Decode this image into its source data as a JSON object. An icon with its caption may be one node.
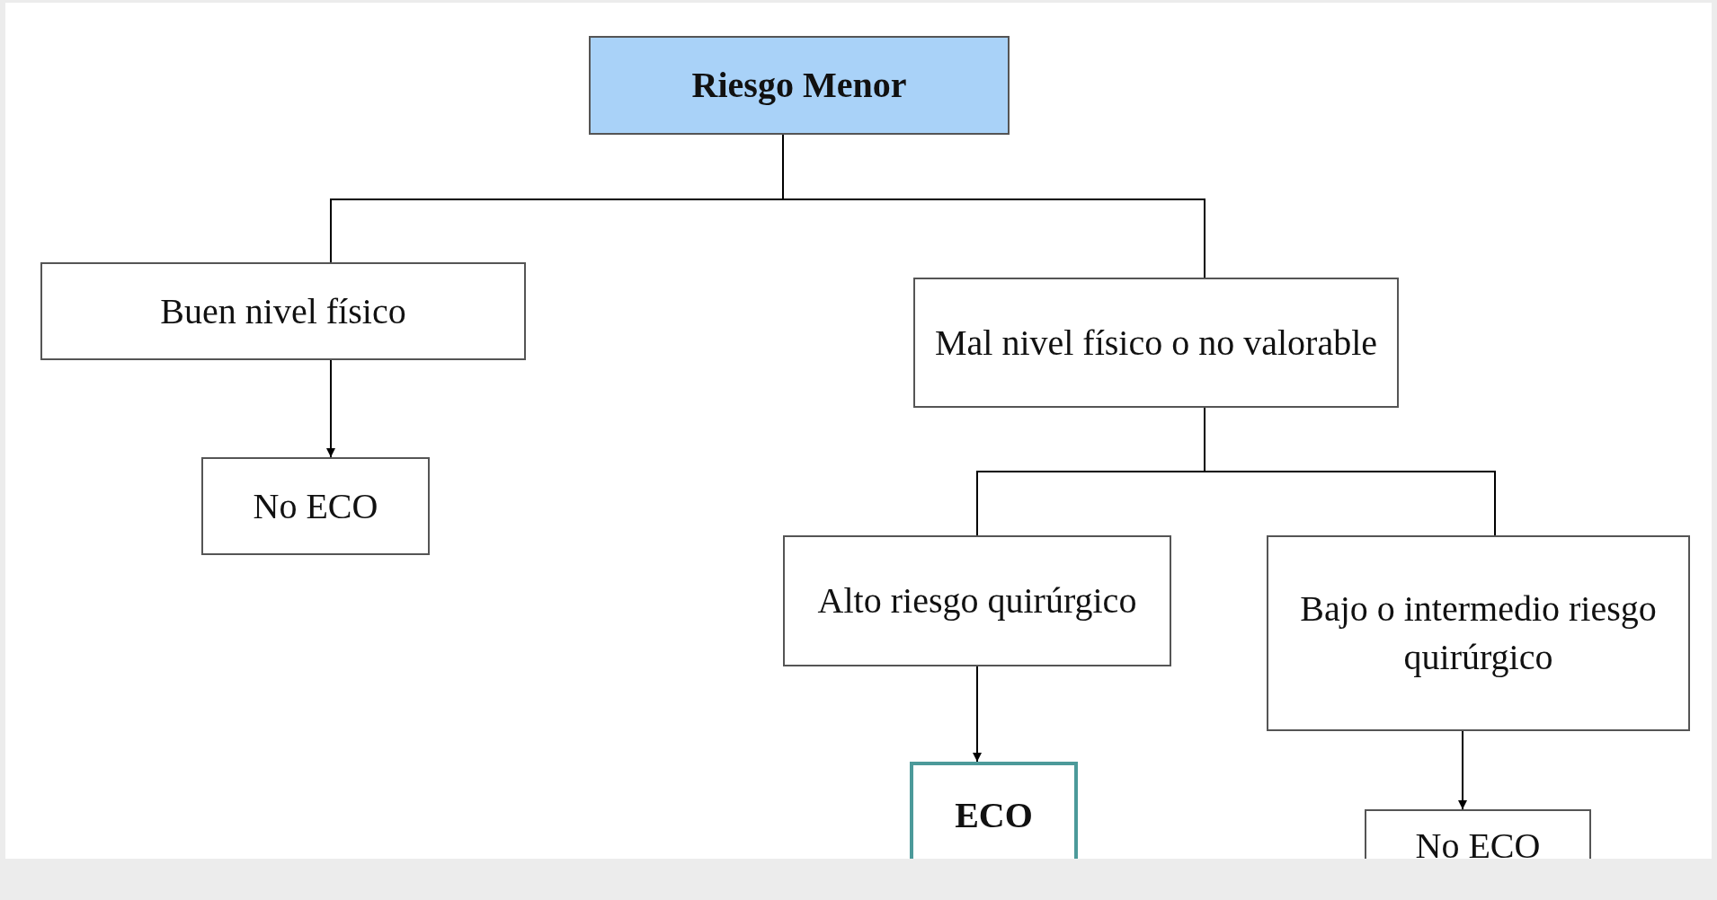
{
  "diagram": {
    "nodes": [
      {
        "text": [
          "Riesgo Menor"
        ]
      },
      {
        "text": [
          "Buen nivel físico"
        ]
      },
      {
        "text": [
          "Mal nivel físico o no valorable"
        ]
      },
      {
        "text": [
          "No ECO"
        ]
      },
      {
        "text": [
          "Alto riesgo quirúrgico"
        ]
      },
      {
        "text": [
          "Bajo o intermedio riesgo quirúrgico"
        ]
      },
      {
        "text": [
          "ECO"
        ]
      },
      {
        "text": [
          "No ECO"
        ]
      }
    ],
    "edges": [
      {
        "from": 0,
        "to": 1,
        "arrow": "none"
      },
      {
        "from": 0,
        "to": 2,
        "arrow": "none"
      },
      {
        "from": 1,
        "to": 3,
        "arrow": "to"
      },
      {
        "from": 2,
        "to": 4,
        "arrow": "none"
      },
      {
        "from": 2,
        "to": 5,
        "arrow": "none"
      },
      {
        "from": 4,
        "to": 6,
        "arrow": "to"
      },
      {
        "from": 5,
        "to": 7,
        "arrow": "to"
      }
    ]
  }
}
